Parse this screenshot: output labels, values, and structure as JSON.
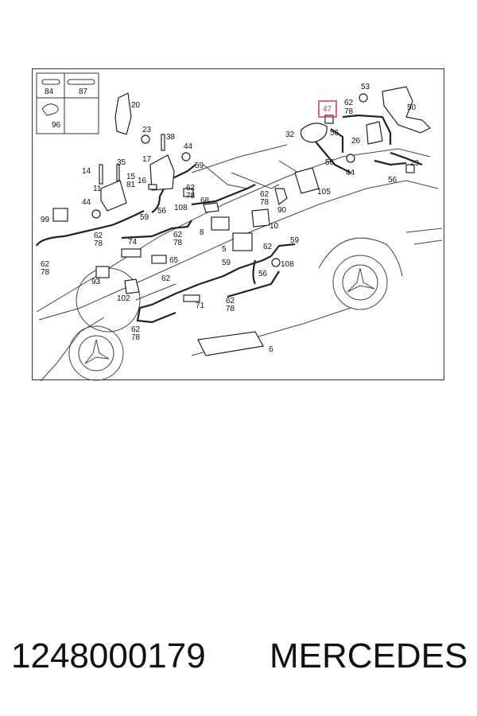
{
  "diagram": {
    "highlight": {
      "label": "47",
      "color": "#d63a3a"
    },
    "legend": [
      {
        "label": "84"
      },
      {
        "label": "87"
      },
      {
        "label": "96"
      }
    ],
    "callouts": {
      "c20": "20",
      "c23": "23",
      "c38": "38",
      "c44a": "44",
      "c17": "17",
      "c35": "35",
      "c14": "14",
      "c15": "15",
      "c81": "81",
      "c16": "16",
      "c11": "11",
      "c59a": "59",
      "c62a": "62",
      "c78a": "78",
      "c68": "68",
      "c56a": "56",
      "c108a": "108",
      "c44b": "44",
      "c99": "99",
      "c59b": "59",
      "c62b": "62",
      "c78b": "78",
      "c62c": "62",
      "c78c": "78",
      "c8": "8",
      "c74": "74",
      "c62d": "62",
      "c78d": "78",
      "c65": "65",
      "c93": "93",
      "c62e": "62",
      "c102": "102",
      "c71": "71",
      "c62f": "62",
      "c78f": "78",
      "c62g": "62",
      "c78g": "78",
      "c5": "5",
      "c59c": "59",
      "c62h": "62",
      "c78h": "78",
      "c90": "90",
      "c10": "10",
      "c62i": "62",
      "c59d": "59",
      "c108b": "108",
      "c56b": "56",
      "c105": "105",
      "c32": "32",
      "c56c": "56",
      "c56d": "56",
      "c62j": "62",
      "c78j": "78",
      "c53": "53",
      "c50": "50",
      "c26": "26",
      "c44c": "44",
      "c29": "29",
      "c56e": "56",
      "c6": "6"
    }
  },
  "caption": {
    "part_number": "1248000179",
    "brand": "MERCEDES"
  }
}
